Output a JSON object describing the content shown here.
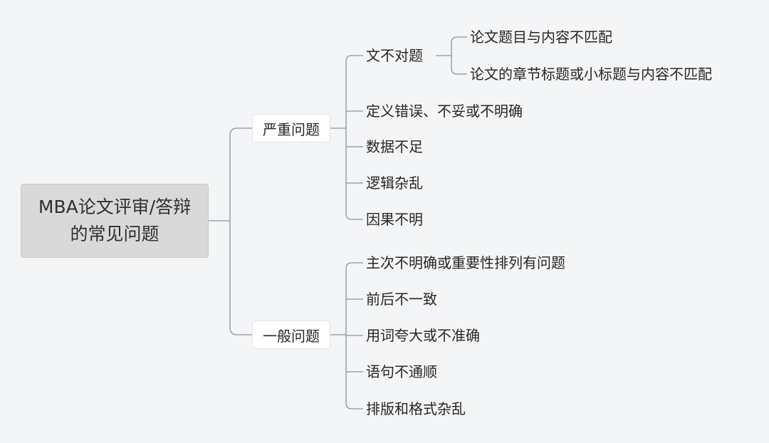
{
  "root": {
    "line1": "MBA论文评审/答辩",
    "line2": "的常见问题"
  },
  "branches": [
    {
      "label": "严重问题",
      "children": [
        {
          "label": "文不对题",
          "children": [
            {
              "label": "论文题目与内容不匹配"
            },
            {
              "label": "论文的章节标题或小标题与内容不匹配"
            }
          ]
        },
        {
          "label": "定义错误、不妥或不明确"
        },
        {
          "label": "数据不足"
        },
        {
          "label": "逻辑杂乱"
        },
        {
          "label": "因果不明"
        }
      ]
    },
    {
      "label": "一般问题",
      "children": [
        {
          "label": "主次不明确或重要性排列有问题"
        },
        {
          "label": "前后不一致"
        },
        {
          "label": "用词夸大或不准确"
        },
        {
          "label": "语句不通顺"
        },
        {
          "label": "排版和格式杂乱"
        }
      ]
    }
  ],
  "colors": {
    "background": "#f4f5f7",
    "root_fill": "#d9d9d9",
    "branch_fill": "#ffffff",
    "connector": "#8c929c"
  }
}
